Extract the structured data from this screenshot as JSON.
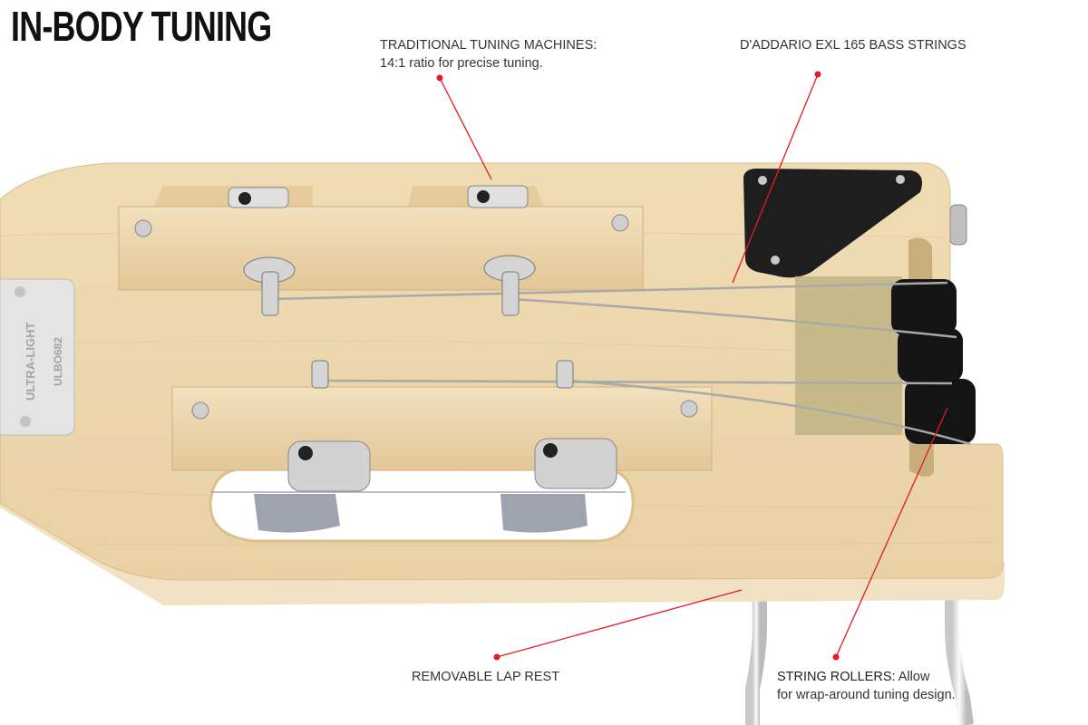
{
  "title": "IN-BODY TUNING",
  "callouts": {
    "tuning_machines": {
      "heading": "TRADITIONAL TUNING MACHINES:",
      "text": "14:1 ratio for precise tuning."
    },
    "strings": {
      "heading": "D'ADDARIO EXL 165 BASS STRINGS"
    },
    "lap_rest": {
      "heading": "REMOVABLE LAP REST"
    },
    "rollers": {
      "heading": "STRING ROLLERS:",
      "text": " Allow",
      "text2": "for wrap-around tuning design."
    }
  },
  "plate": {
    "brand": "ULTRA-LIGHT",
    "model": "ULBO682"
  },
  "colors": {
    "accent": "#e31b23",
    "wood": "#ecd6ac",
    "text": "#333333"
  }
}
